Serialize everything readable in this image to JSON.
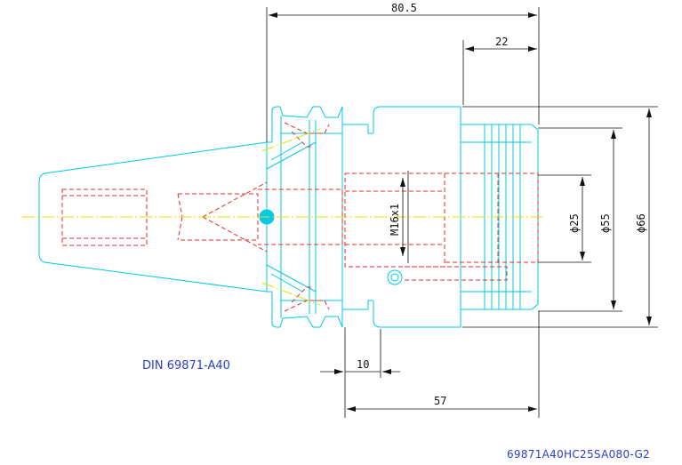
{
  "drawing": {
    "standard": "DIN 69871-A40",
    "part_number": "69871A40HC25SA080-G2"
  },
  "dimensions": {
    "overall_length": "80.5",
    "front_length": "22",
    "flange_offset": "10",
    "body_length": "57",
    "thread": "M16x1",
    "bore_diameter": "ϕ25",
    "body_diameter": "ϕ55",
    "outer_diameter": "ϕ66"
  },
  "colors": {
    "outline": "#00c8e6",
    "hidden_lines": "#e03030",
    "center_line": "#e8e000",
    "dimension_lines": "#111111",
    "labels": "#2a3ec8"
  }
}
